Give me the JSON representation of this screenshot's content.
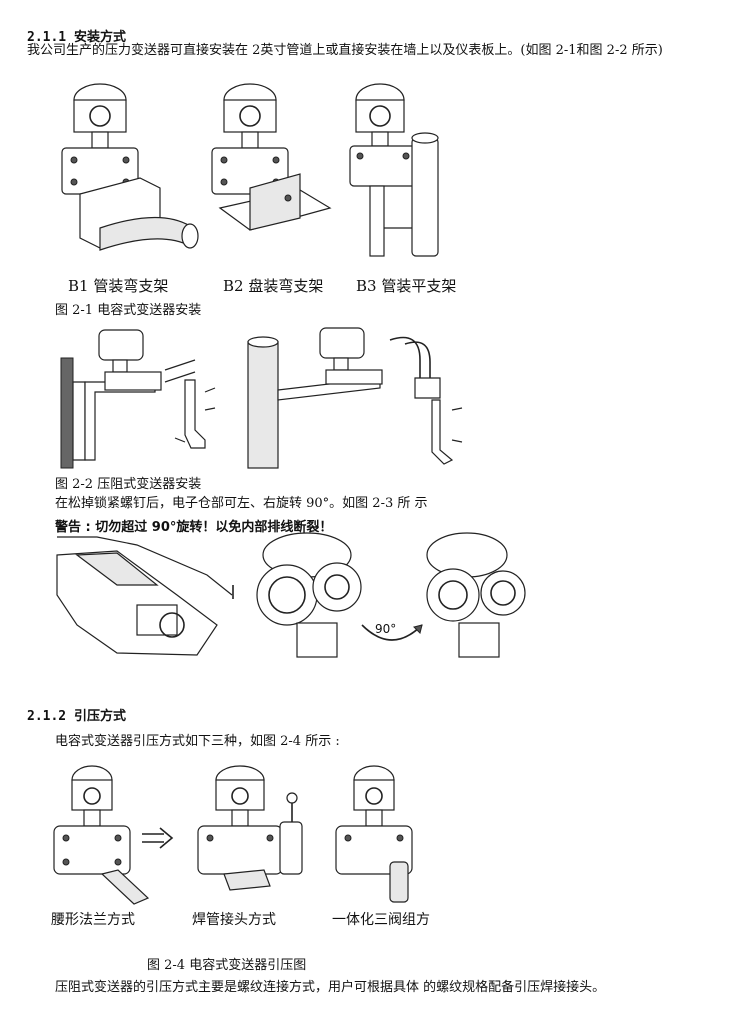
{
  "section_1": {
    "heading": "2.1.1 安装方式",
    "para": "我公司生产的压力变送器可直接安装在 2英寸管道上或直接安装在墙上以及仪表板上。(如图 2-1和图 2-2 所示)"
  },
  "figure_2_1": {
    "labels": [
      "B1 管装弯支架",
      "B2 盘装弯支架",
      "B3 管装平支架"
    ],
    "caption": "图 2-1 电容式变送器安装"
  },
  "figure_2_2": {
    "caption": "图 2-2 压阻式变送器安装"
  },
  "rotation": {
    "para": "在松掉锁紧螺钉后，电子仓部可左、右旋转 90°。如图 2-3 所 示",
    "warning": "警告 : 切勿超过 90°旋转！以免内部排线断裂！",
    "angle_label": "90°"
  },
  "section_2": {
    "heading": "2.1.2 引压方式",
    "intro": "电容式变送器引压方式如下三种，如图 2-4 所示 :",
    "labels": [
      "腰形法兰方式",
      "焊管接头方式",
      "一体化三阀组方"
    ],
    "caption": "图 2-4 电容式变送器引压图",
    "closing": "压阻式变送器的引压方式主要是螺纹连接方式，用户可根据具体 的螺纹规格配备引压焊接接头。"
  }
}
